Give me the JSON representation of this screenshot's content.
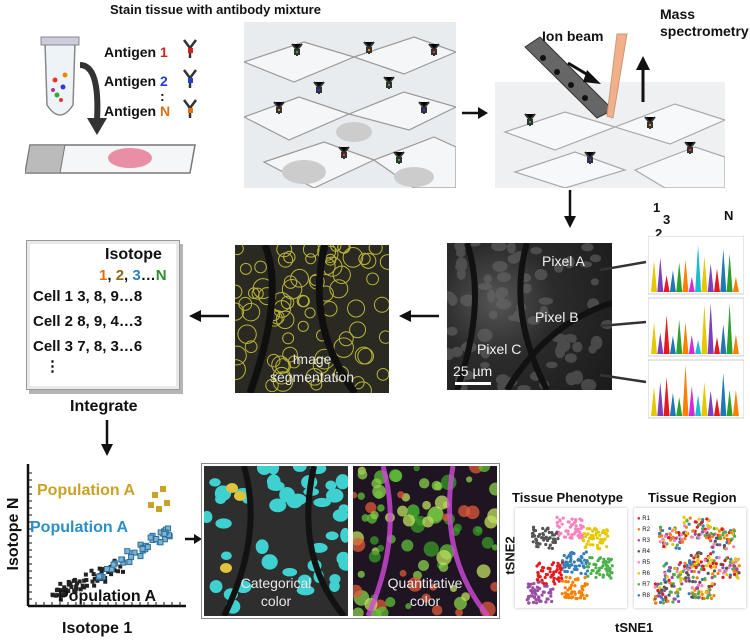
{
  "title": "Stain tissue with antibody mixture",
  "antigens": [
    {
      "word": "Antigen",
      "id": "1",
      "color": "#d62020"
    },
    {
      "word": "Antigen",
      "id": "2",
      "color": "#2040d0"
    },
    {
      "word": "Antigen",
      "id": "N",
      "color": "#e07010"
    }
  ],
  "vertical_dots": ":",
  "ion_beam": "Ion beam",
  "mass_spec": "Mass spectrometry",
  "spectrum": {
    "l1": "1",
    "l2": "2",
    "l3": "3",
    "ln": "N"
  },
  "pixels": {
    "a": "Pixel A",
    "b": "Pixel B",
    "c": "Pixel C",
    "scale": "25 µm"
  },
  "segmentation": {
    "line1": "Image",
    "line2": "segmentation"
  },
  "table": {
    "header": "Isotope",
    "cols": {
      "c1": "1",
      "c2": "2",
      "c3": "3",
      "dots": "…",
      "cn": "N",
      "sep": ", "
    },
    "col_colors": {
      "c1": "#e07010",
      "c2": "#8b6914",
      "c3": "#2a7fc0",
      "cn": "#2f8f2f"
    },
    "rows": [
      {
        "label": "Cell 1",
        "values": "3, 8, 9…8"
      },
      {
        "label": "Cell 2",
        "values": "8, 9, 4…3"
      },
      {
        "label": "Cell 3",
        "values": "7, 8, 3…6"
      }
    ],
    "more": "⋮"
  },
  "integrate": "Integrate",
  "scatter": {
    "pop_gold": "Population A",
    "pop_blue": "Population A",
    "pop_black": "Population A",
    "xlabel": "Isotope 1",
    "ylabel": "Isotope N",
    "gold_color": "#c9a227",
    "blue_color": "#2a8fc9"
  },
  "overlay": {
    "categorical": "Categorical color",
    "quantitative": "Quantitative color"
  },
  "tsne": {
    "phenotype": "Tissue Phenotype",
    "region": "Tissue Region",
    "ylabel": "tSNE2",
    "xlabel": "tSNE1",
    "legend": [
      "R1",
      "R2",
      "R3",
      "R4",
      "R5",
      "R6",
      "R7",
      "R8"
    ],
    "legend_colors": [
      "#e41a1c",
      "#ff7f00",
      "#984ea3",
      "#555555",
      "#f781bf",
      "#e6c800",
      "#4daf4a",
      "#377eb8"
    ]
  }
}
